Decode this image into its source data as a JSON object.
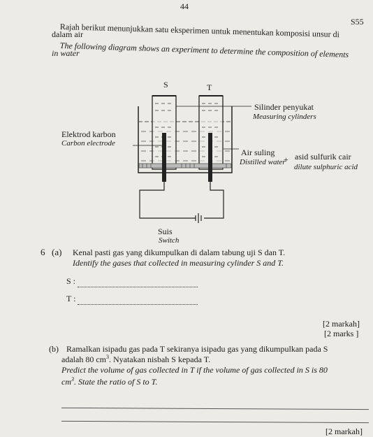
{
  "page_number": "44",
  "code": "S55",
  "intro": {
    "malay_line1": "Rajah berikut menunjukkan satu eksperimen untuk menentukan komposisi unsur di",
    "malay_line2": "dalam air",
    "english_line1": "The following diagram shows an experiment to determine the composition of elements",
    "english_line2": "in water"
  },
  "diagram": {
    "label_s": "S",
    "label_t": "T",
    "cylinder_malay": "Silinder penyukat",
    "cylinder_english": "Measuring cylinders",
    "electrode_malay": "Elektrod karbon",
    "electrode_english": "Carbon electrode",
    "water_malay": "Air suling",
    "water_english": "Distilled water",
    "plus": "+",
    "acid_malay": "asid sulfurik cair",
    "acid_english": "dilute sulphuric acid",
    "switch_malay": "Suis",
    "switch_english": "Switch"
  },
  "q6": {
    "number": "6",
    "part_a": {
      "label": "(a)",
      "malay": "Kenal pasti gas yang dikumpulkan di dalam tabung uji S dan T.",
      "english": "Identify the gases that collected in measuring cylinder S and T.",
      "s_label": "S :",
      "t_label": "T :",
      "marks_malay": "[2 markah]",
      "marks_english": "[2 marks ]"
    },
    "part_b": {
      "label": "(b)",
      "malay_line1": "Ramalkan isipadu gas pada T sekiranya isipadu gas yang dikumpulkan pada S",
      "malay_line2_pre": "adalah 80 cm",
      "malay_line2_sup": "3",
      "malay_line2_post": ". Nyatakan nisbah S kepada T.",
      "english_line1": "Predict the volume of gas collected in T if the volume of gas collected in S is 80",
      "english_line2_pre": "cm",
      "english_line2_sup": "3",
      "english_line2_post": ". State the ratio of S to T.",
      "marks_malay": "[2 markah]"
    }
  }
}
